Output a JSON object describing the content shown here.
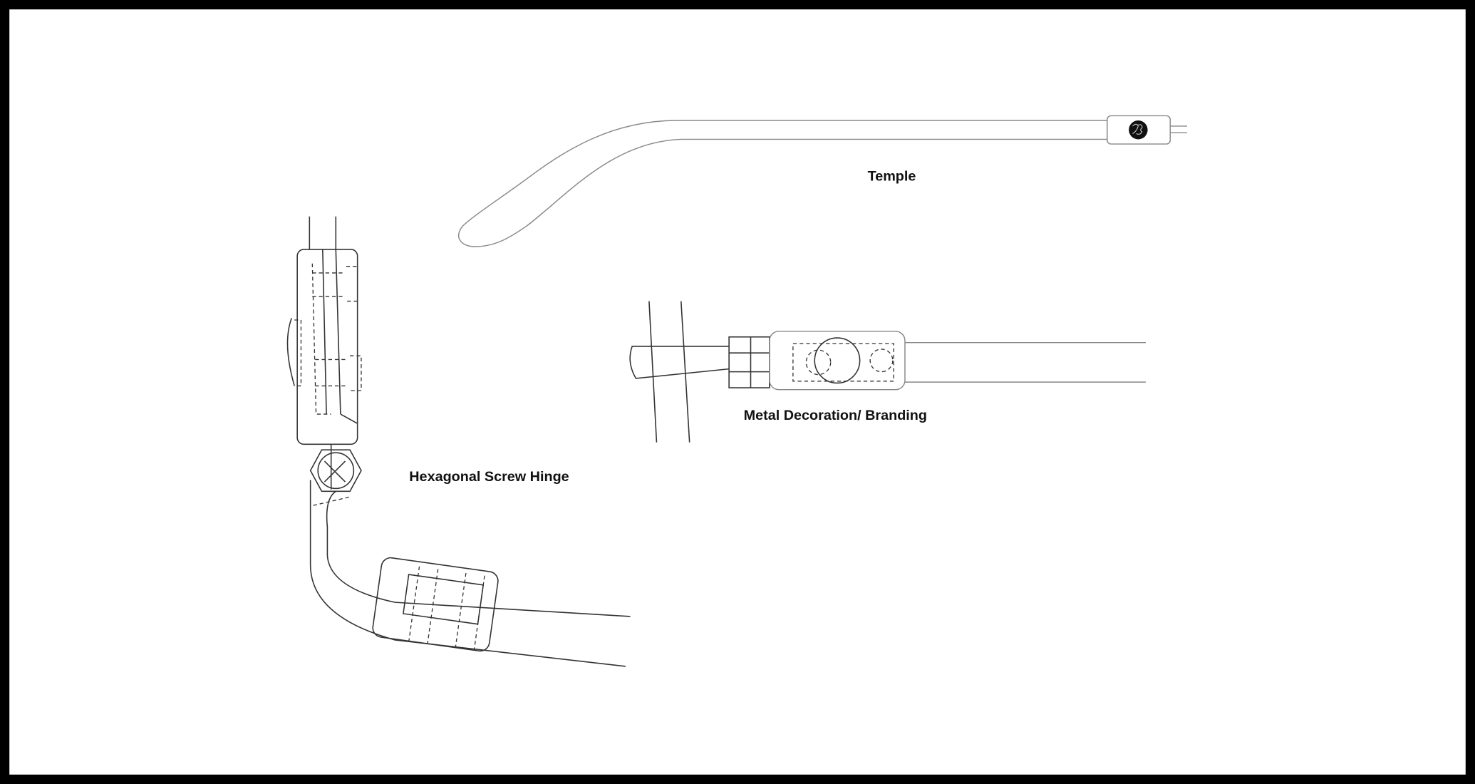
{
  "labels": {
    "temple": "Temple",
    "metal_decoration": "Metal Decoration/ Branding",
    "hinge": "Hexagonal Screw Hinge"
  },
  "logo": {
    "text": "JS"
  },
  "colors": {
    "frame": "#000000",
    "background": "#ffffff",
    "line": "#333333"
  }
}
